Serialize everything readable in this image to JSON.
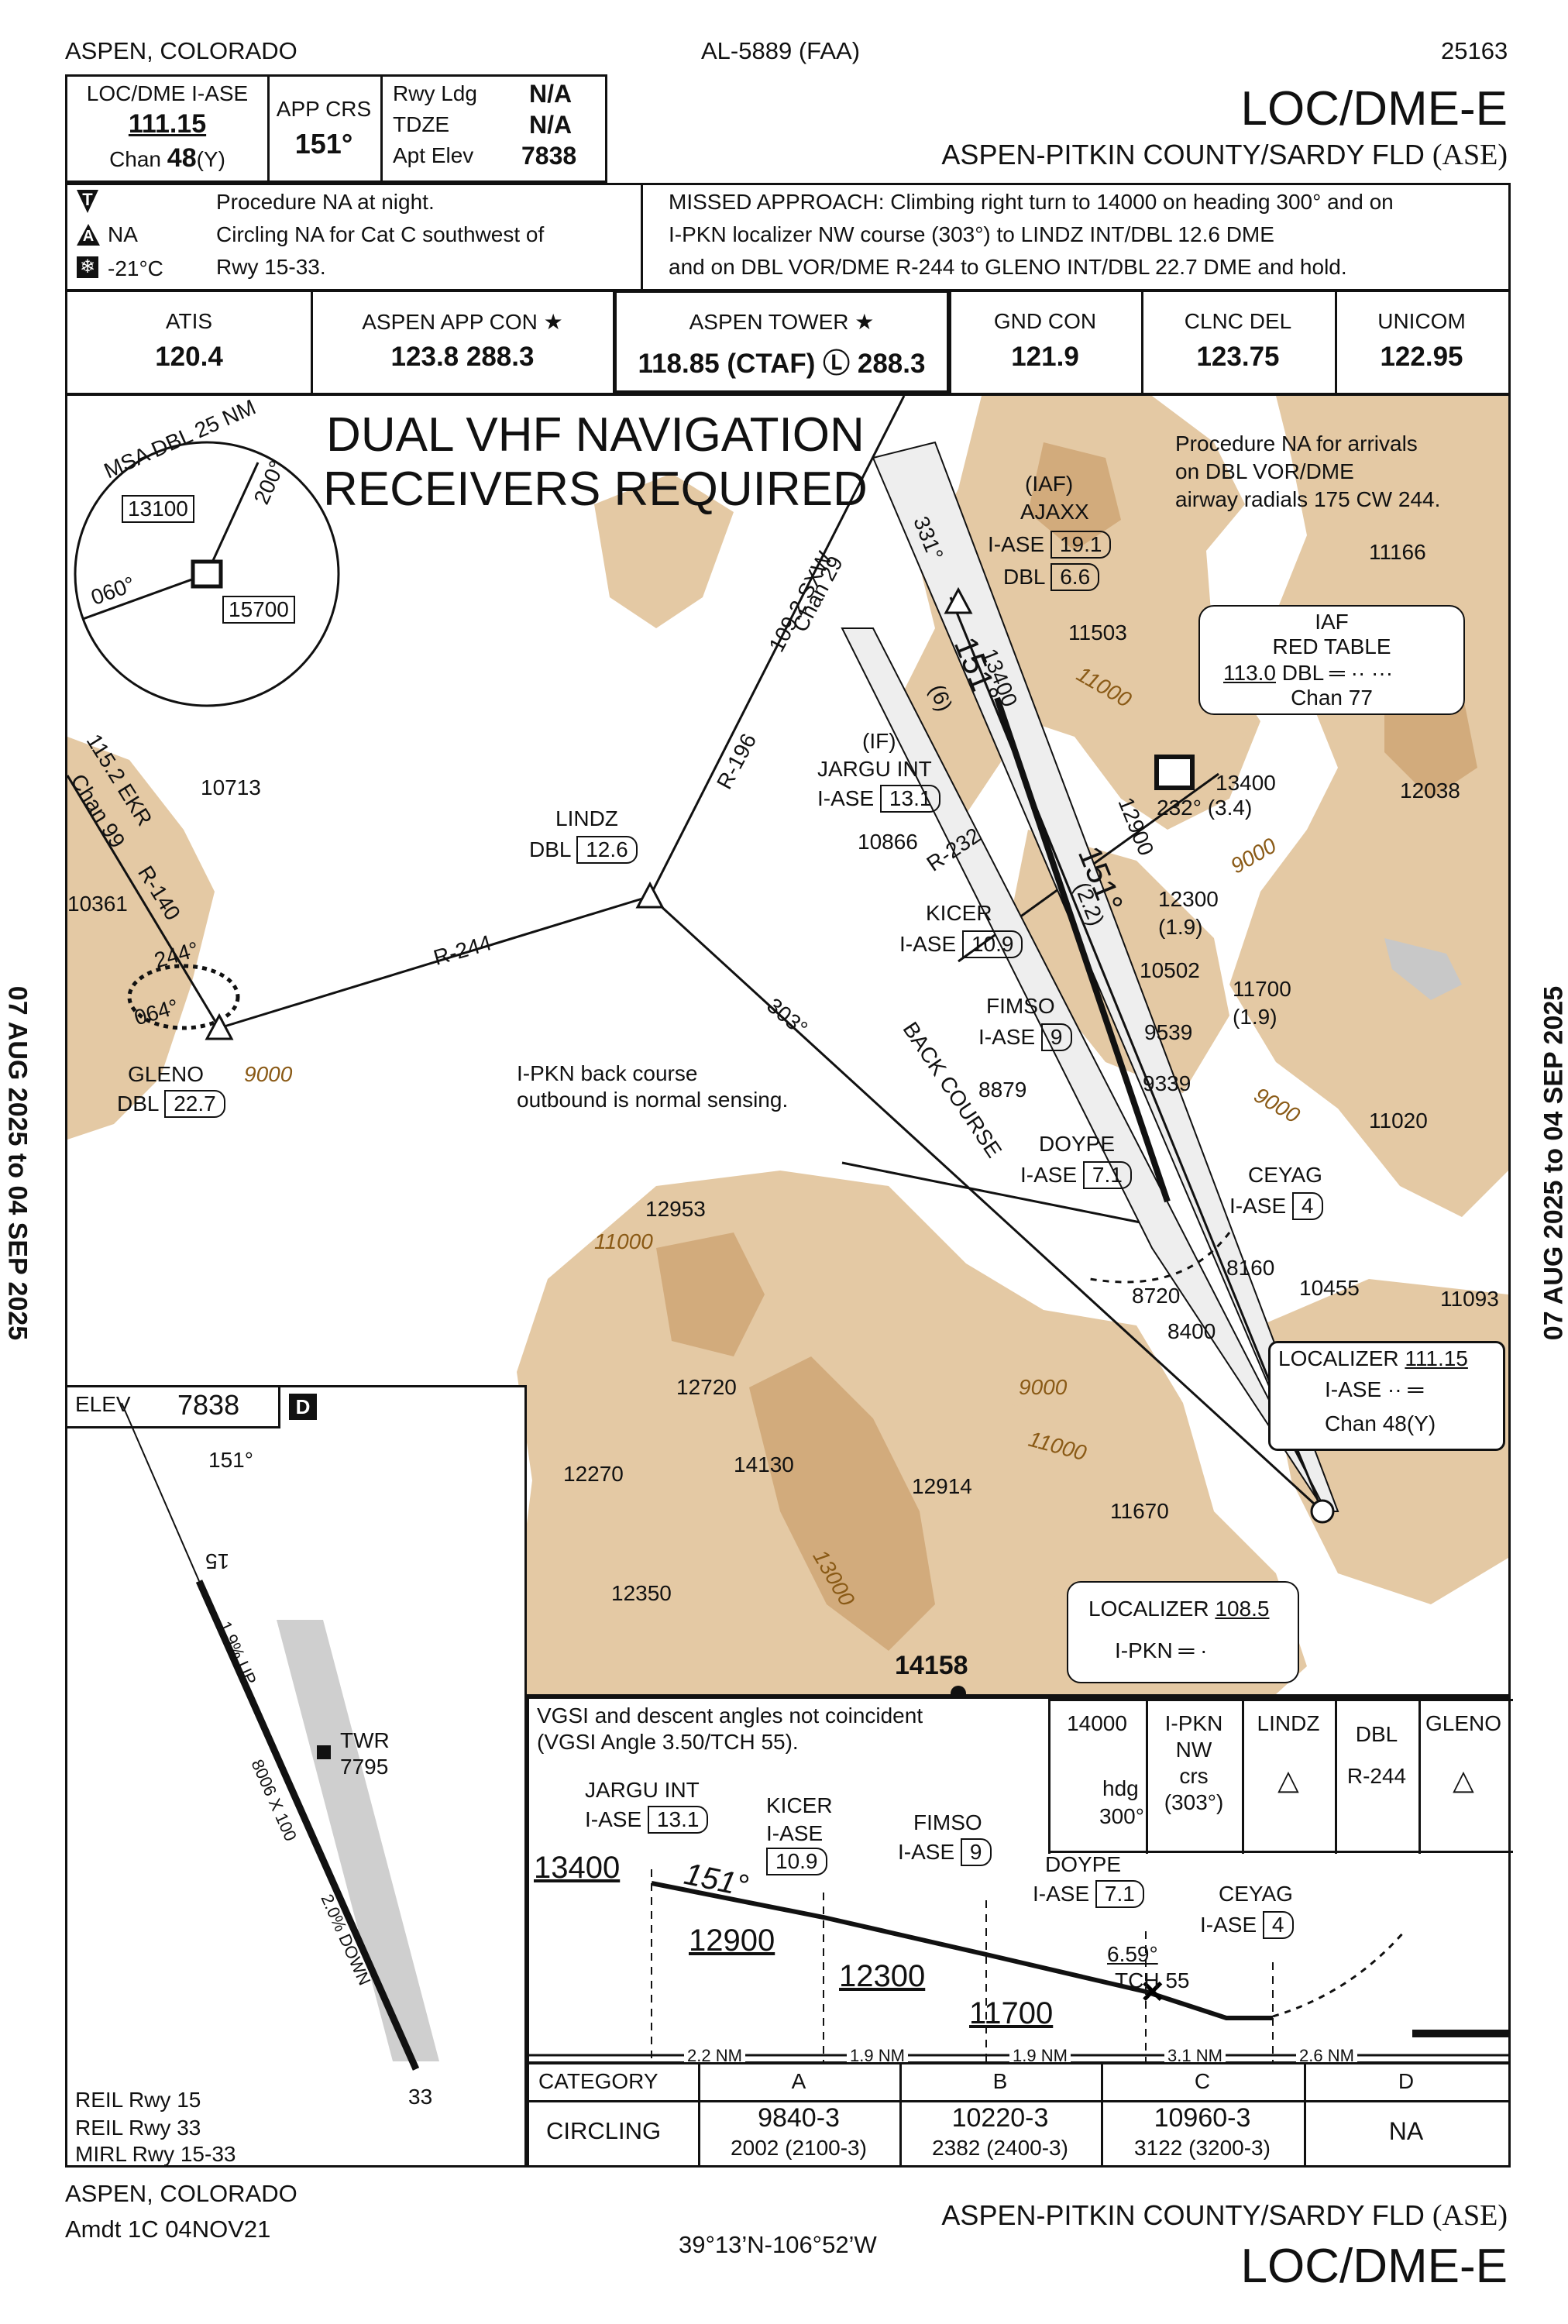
{
  "header": {
    "city": "ASPEN, COLORADO",
    "chart_id": "AL-5889 (FAA)",
    "chart_num": "25163",
    "title": "LOC/DME-E",
    "airport": "ASPEN-PITKIN COUNTY/SARDY FLD",
    "airport_id": "(ASE)"
  },
  "briefing": {
    "loc_label": "LOC/DME  I-ASE",
    "loc_freq": "111.15",
    "chan_label": "Chan",
    "chan_num": "48",
    "chan_suffix": "(Y)",
    "app_crs_label": "APP CRS",
    "app_crs": "151°",
    "rwy_ldg_label": "Rwy Ldg",
    "rwy_ldg": "N/A",
    "tdze_label": "TDZE",
    "tdze": "N/A",
    "apt_elev_label": "Apt Elev",
    "apt_elev": "7838"
  },
  "notes": {
    "t_symbol": "T",
    "a_symbol": "A",
    "a_na": "NA",
    "temp": "-21°C",
    "line1": "Procedure NA at night.",
    "line2": "Circling NA for Cat C southwest of",
    "line3": "Rwy 15-33.",
    "missed1": "MISSED APPROACH: Climbing right turn to 14000 on heading 300° and on",
    "missed2": "I-PKN localizer NW course (303°) to LINDZ INT/DBL 12.6 DME",
    "missed3": "and on DBL VOR/DME R-244 to GLENO INT/DBL 22.7 DME and hold."
  },
  "comms": [
    {
      "name": "ATIS",
      "freq": "120.4"
    },
    {
      "name": "ASPEN APP CON ★",
      "freq": "123.8  288.3"
    },
    {
      "name": "ASPEN TOWER ★",
      "freq": "118.85 (CTAF) Ⓛ 288.3"
    },
    {
      "name": "GND CON",
      "freq": "121.9"
    },
    {
      "name": "CLNC DEL",
      "freq": "123.75"
    },
    {
      "name": "UNICOM",
      "freq": "122.95"
    }
  ],
  "plan": {
    "dual_vhf_1": "DUAL VHF NAVIGATION",
    "dual_vhf_2": "RECEIVERS REQUIRED",
    "msa_title": "MSA DBL 25 NM",
    "msa_13100": "13100",
    "msa_15700": "15700",
    "msa_200": "200°",
    "msa_060": "060°",
    "note_na_1": "Procedure NA for arrivals",
    "note_na_2": "on DBL VOR/DME",
    "note_na_3": "airway radials 175 CW 244.",
    "iaf_label": "(IAF)",
    "ajaxx": "AJAXX",
    "ajaxx_iase": "I-ASE",
    "ajaxx_dme": "19.1",
    "ajaxx_dbl": "DBL",
    "ajaxx_dbl_dme": "6.6",
    "rt_iaf": "IAF",
    "rt_name": "RED TABLE",
    "rt_freq": "113.0",
    "rt_id": "DBL",
    "rt_chan": "Chan 77",
    "ekr_1": "115.2 EKR",
    "ekr_2": "Chan 99",
    "ekr_r": "R-140",
    "sxw_1": "109.2 SXW",
    "sxw_2": "Chan 29",
    "r196": "R-196",
    "r244": "R-244",
    "r232": "R-232",
    "lindz": "LINDZ",
    "lindz_dbl": "DBL",
    "lindz_dme": "12.6",
    "if_label": "(IF)",
    "jargu": "JARGU INT",
    "jargu_iase": "I-ASE",
    "jargu_dme": "13.1",
    "kicer": "KICER",
    "kicer_iase": "I-ASE",
    "kicer_dme": "10.9",
    "fimso": "FIMSO",
    "fimso_iase": "I-ASE",
    "fimso_dme": "9",
    "doype": "DOYPE",
    "doype_iase": "I-ASE",
    "doype_dme": "7.1",
    "ceyag": "CEYAG",
    "ceyag_iase": "I-ASE",
    "ceyag_dme": "4",
    "gleno": "GLENO",
    "gleno_dbl": "DBL",
    "gleno_dme": "22.7",
    "hold_244": "244°",
    "hold_064": "064°",
    "crs_331": "331°",
    "crs_151": "151°",
    "crs_151b": "151°",
    "crs_6": "(6)",
    "crs_22": "(2.2)",
    "alt_13400": "13400",
    "alt_12900": "12900",
    "alt_12300": "12300",
    "alt_12300_d": "(1.9)",
    "alt_11700": "11700",
    "alt_11700_d": "(1.9)",
    "rt_232": "232° (3.4)",
    "crs_303": "303°",
    "back_course": "BACK COURSE",
    "bc_note_1": "I-PKN back course",
    "bc_note_2": "outbound is normal sensing.",
    "loc_box_1": "LOCALIZER",
    "loc_box_freq": "111.15",
    "loc_box_id": "I-ASE",
    "loc_box_chan": "Chan 48(Y)",
    "pkn_box_1": "LOCALIZER",
    "pkn_box_freq": "108.5",
    "pkn_box_id": "I-PKN",
    "spots": [
      "10713",
      "11166",
      "11503",
      "13400",
      "12038",
      "10866",
      "10361",
      "12300",
      "10502",
      "11700",
      "9539",
      "8879",
      "9339",
      "11020",
      "12953",
      "8160",
      "8720",
      "10455",
      "11093",
      "8400",
      "12720",
      "12270",
      "14130",
      "12914",
      "11670",
      "12350",
      "14158"
    ],
    "contours": [
      "11000",
      "9000",
      "9000",
      "9000",
      "11000",
      "9000",
      "11000",
      "13000"
    ]
  },
  "aerodrome": {
    "elev_label": "ELEV",
    "elev": "7838",
    "d_symbol": "D",
    "crs": "151°",
    "rwy_15": "15",
    "rwy_33": "33",
    "slope_up": "1.9% UP",
    "slope_down": "2.0% DOWN",
    "dims": "8006 X 100",
    "twr_1": "TWR",
    "twr_2": "7795",
    "reil15": "REIL Rwy 15",
    "reil33": "REIL Rwy 33",
    "mirl": "MIRL Rwy 15-33"
  },
  "profile": {
    "note1": "VGSI and descent angles not coincident",
    "note2": "(VGSI Angle 3.50/TCH 55).",
    "jargu": "JARGU INT",
    "jargu_iase": "I-ASE",
    "jargu_dme": "13.1",
    "kicer": "KICER",
    "kicer_iase": "I-ASE",
    "kicer_dme": "10.9",
    "fimso": "FIMSO",
    "fimso_iase": "I-ASE",
    "fimso_dme": "9",
    "doype": "DOYPE",
    "doype_iase": "I-ASE",
    "doype_dme": "7.1",
    "ceyag": "CEYAG",
    "ceyag_iase": "I-ASE",
    "ceyag_dme": "4",
    "alt_13400": "13400",
    "crs": "151°",
    "alt_12900": "12900",
    "alt_12300": "12300",
    "alt_11700": "11700",
    "angle": "6.59°",
    "tch": "TCH 55",
    "dist": [
      "2.2 NM",
      "1.9 NM",
      "1.9 NM",
      "3.1 NM",
      "2.6 NM"
    ],
    "icons": [
      {
        "line1": "14000",
        "line2": "hdg",
        "line3": "300°"
      },
      {
        "line1": "I-PKN",
        "line2": "NW",
        "line3": "crs",
        "line4": "(303°)"
      },
      {
        "line1": "LINDZ",
        "line2": "△"
      },
      {
        "line1": "DBL",
        "line2": "R-244"
      },
      {
        "line1": "GLENO",
        "line2": "△"
      }
    ]
  },
  "minima": {
    "category_label": "CATEGORY",
    "cats": [
      "A",
      "B",
      "C",
      "D"
    ],
    "row_label": "CIRCLING",
    "values": [
      {
        "main": "9840-3",
        "sub": "2002 (2100-3)"
      },
      {
        "main": "10220-3",
        "sub": "2382 (2400-3)"
      },
      {
        "main": "10960-3",
        "sub": "3122 (3200-3)"
      },
      {
        "main": "NA",
        "sub": ""
      }
    ]
  },
  "footer": {
    "city": "ASPEN, COLORADO",
    "amdt": "Amdt 1C  04NOV21",
    "coords": "39°13’N-106°52’W",
    "airport": "ASPEN-PITKIN COUNTY/SARDY FLD",
    "airport_id": "(ASE)",
    "title": "LOC/DME-E"
  },
  "side": {
    "dates_left": "07 AUG 2025 to 04 SEP 2025",
    "dates_right": "07 AUG 2025 to 04 SEP 2025"
  }
}
